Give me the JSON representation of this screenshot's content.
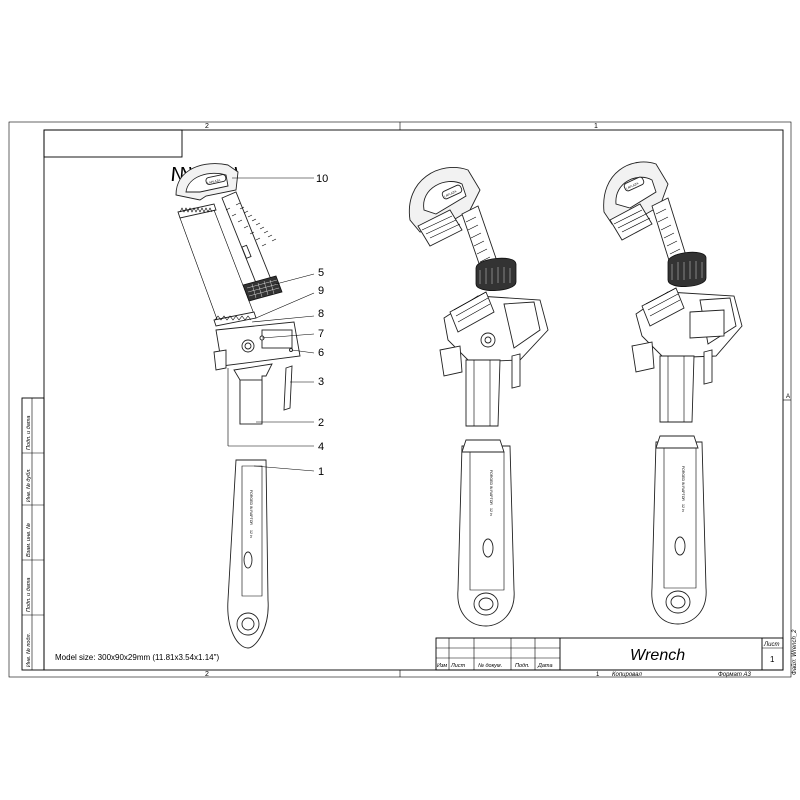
{
  "drawing": {
    "title_mirrored": "Wrench",
    "title_block_name": "Wrench",
    "sheet_label": "Лист",
    "sheet_number": "1",
    "model_size": "Model size: 300x90x29mm (11.81x3.54x1.14\")",
    "file_label": "Файл: Wrench_2",
    "copied_label": "Копировал",
    "format_label": "Формат A3",
    "copy_number": "1"
  },
  "zone_labels": {
    "top_left": "2",
    "top_right": "1",
    "bottom_left": "2",
    "bottom_right": "1",
    "side": "A"
  },
  "revision_columns": [
    "Изм",
    "Лист",
    "№ докум.",
    "Подп.",
    "Дата"
  ],
  "side_stamp": [
    "Подп. и дата",
    "Инв. № дубл.",
    "Взам. инв. №",
    "Подп. и дата",
    "Инв. № подл."
  ],
  "callouts": [
    "10",
    "5",
    "9",
    "8",
    "7",
    "6",
    "3",
    "2",
    "4",
    "1"
  ],
  "engraving": {
    "handle_text": "FORGED IN RAPTOR",
    "size_text": "12 in",
    "logo": "LAPLAZA",
    "jaw_text": "Zoe"
  }
}
